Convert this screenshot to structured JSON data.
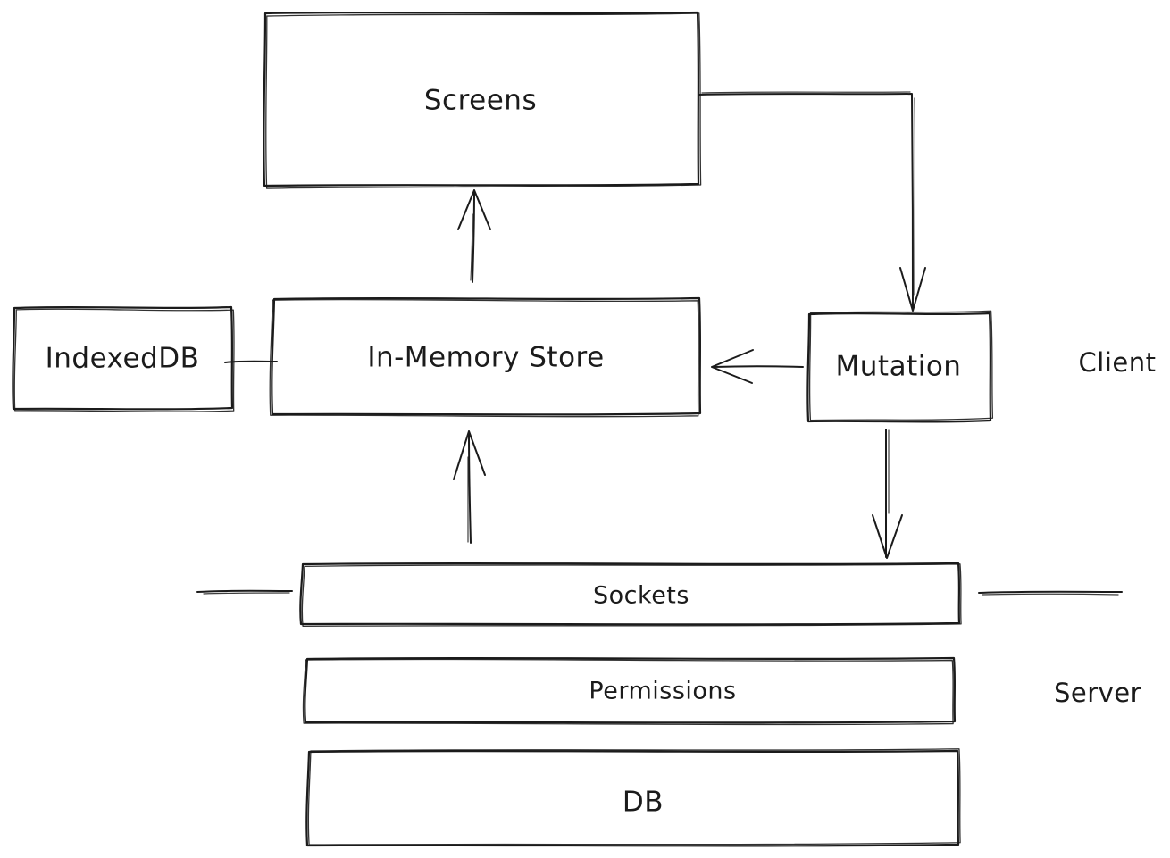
{
  "diagram": {
    "style": "hand-drawn whiteboard sketch",
    "colors": {
      "background": "#ffffff",
      "stroke": "#1b1b1b",
      "box_fill": "#ffffff"
    },
    "nodes": [
      {
        "id": "screens",
        "label": "Screens"
      },
      {
        "id": "indexeddb",
        "label": "IndexedDB"
      },
      {
        "id": "in-memory-store",
        "label": "In-Memory Store"
      },
      {
        "id": "mutation",
        "label": "Mutation"
      },
      {
        "id": "sockets",
        "label": "Sockets"
      },
      {
        "id": "permissions",
        "label": "Permissions"
      },
      {
        "id": "db",
        "label": "DB"
      }
    ],
    "zone_labels": [
      {
        "id": "client",
        "label": "Client"
      },
      {
        "id": "server",
        "label": "Server"
      }
    ],
    "edges": [
      {
        "from": "In-Memory Store",
        "to": "Screens",
        "type": "arrow",
        "direction": "up"
      },
      {
        "from": "Screens",
        "to": "Mutation",
        "type": "arrow",
        "direction": "right-then-down"
      },
      {
        "from": "Mutation",
        "to": "In-Memory Store",
        "type": "arrow",
        "direction": "left"
      },
      {
        "from": "IndexedDB",
        "to": "In-Memory Store",
        "type": "plain-line",
        "direction": "horizontal"
      },
      {
        "from": "Sockets",
        "to": "In-Memory Store",
        "type": "arrow",
        "direction": "up"
      },
      {
        "from": "Mutation",
        "to": "Sockets",
        "type": "arrow",
        "direction": "down"
      },
      {
        "from": "boundary-line-left-of-sockets",
        "to": "boundary-line-right-of-sockets",
        "type": "separator-segments"
      }
    ]
  }
}
